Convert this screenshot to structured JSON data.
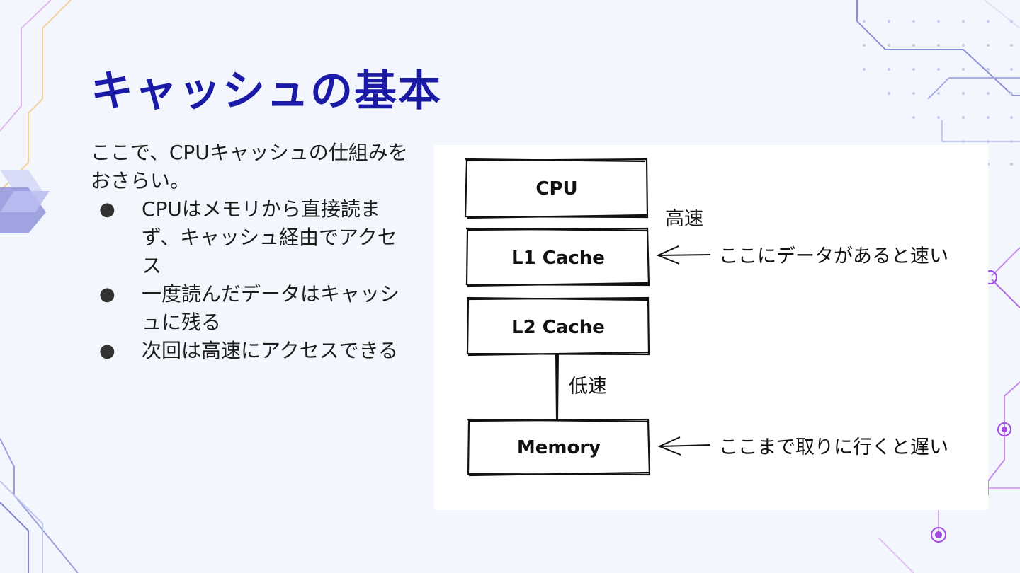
{
  "slide": {
    "title": "キャッシュの基本",
    "intro": "ここで、CPUキャッシュの仕組みをおさらい。",
    "bullets": [
      "CPUはメモリから直接読まず、キャッシュ経由でアクセス",
      "一度読んだデータはキャッシュに残る",
      "次回は高速にアクセスできる"
    ],
    "bullet_glyph": "●"
  },
  "diagram": {
    "boxes": [
      "CPU",
      "L1 Cache",
      "L2 Cache",
      "Memory"
    ],
    "label_fast": "高速",
    "label_slow": "低速",
    "note_l1": "ここにデータがあると速い",
    "note_memory": "ここまで取りに行くと遅い"
  },
  "colors": {
    "title": "#1a1aa6",
    "background": "#f3f7fd",
    "accent_purple": "#a04ae0",
    "accent_navy": "#5a5fc8"
  }
}
